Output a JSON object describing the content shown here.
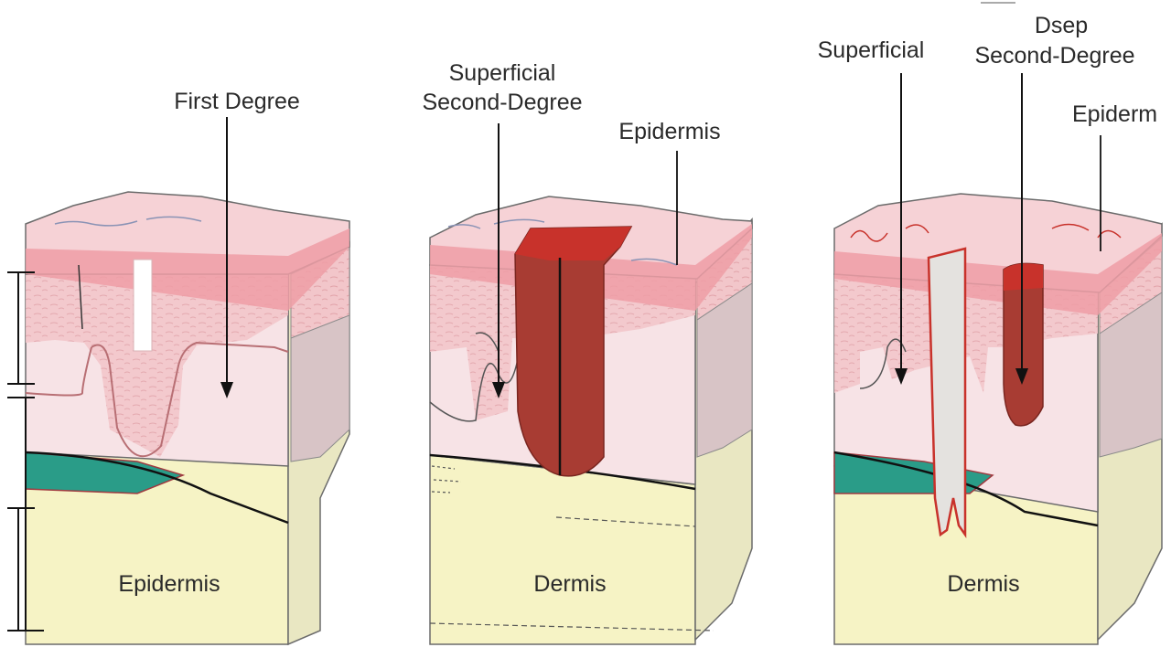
{
  "panels": [
    {
      "top_label": "First Degree",
      "bottom_label": "Epidermis"
    },
    {
      "top_label_line1": "Superficial",
      "top_label_line2": "Second-Degree",
      "side_label": "Epidermis",
      "bottom_label": "Dermis"
    },
    {
      "top_left_label": "Superficial",
      "top_right_line1": "Dsep",
      "top_right_line2": "Second-Degree",
      "side_label": "Epiderm",
      "bottom_label": "Dermis"
    }
  ],
  "colors": {
    "epidermis_top": "#f6d2d6",
    "epidermis_band": "#ef9ea6",
    "dermis": "#f7e3e6",
    "dermis_texture": "#eab7bc",
    "fat": "#f6f3c5",
    "muscle_teal": "#2a9c88",
    "burn_dark": "#a83c33",
    "burn_red": "#c8322b"
  }
}
